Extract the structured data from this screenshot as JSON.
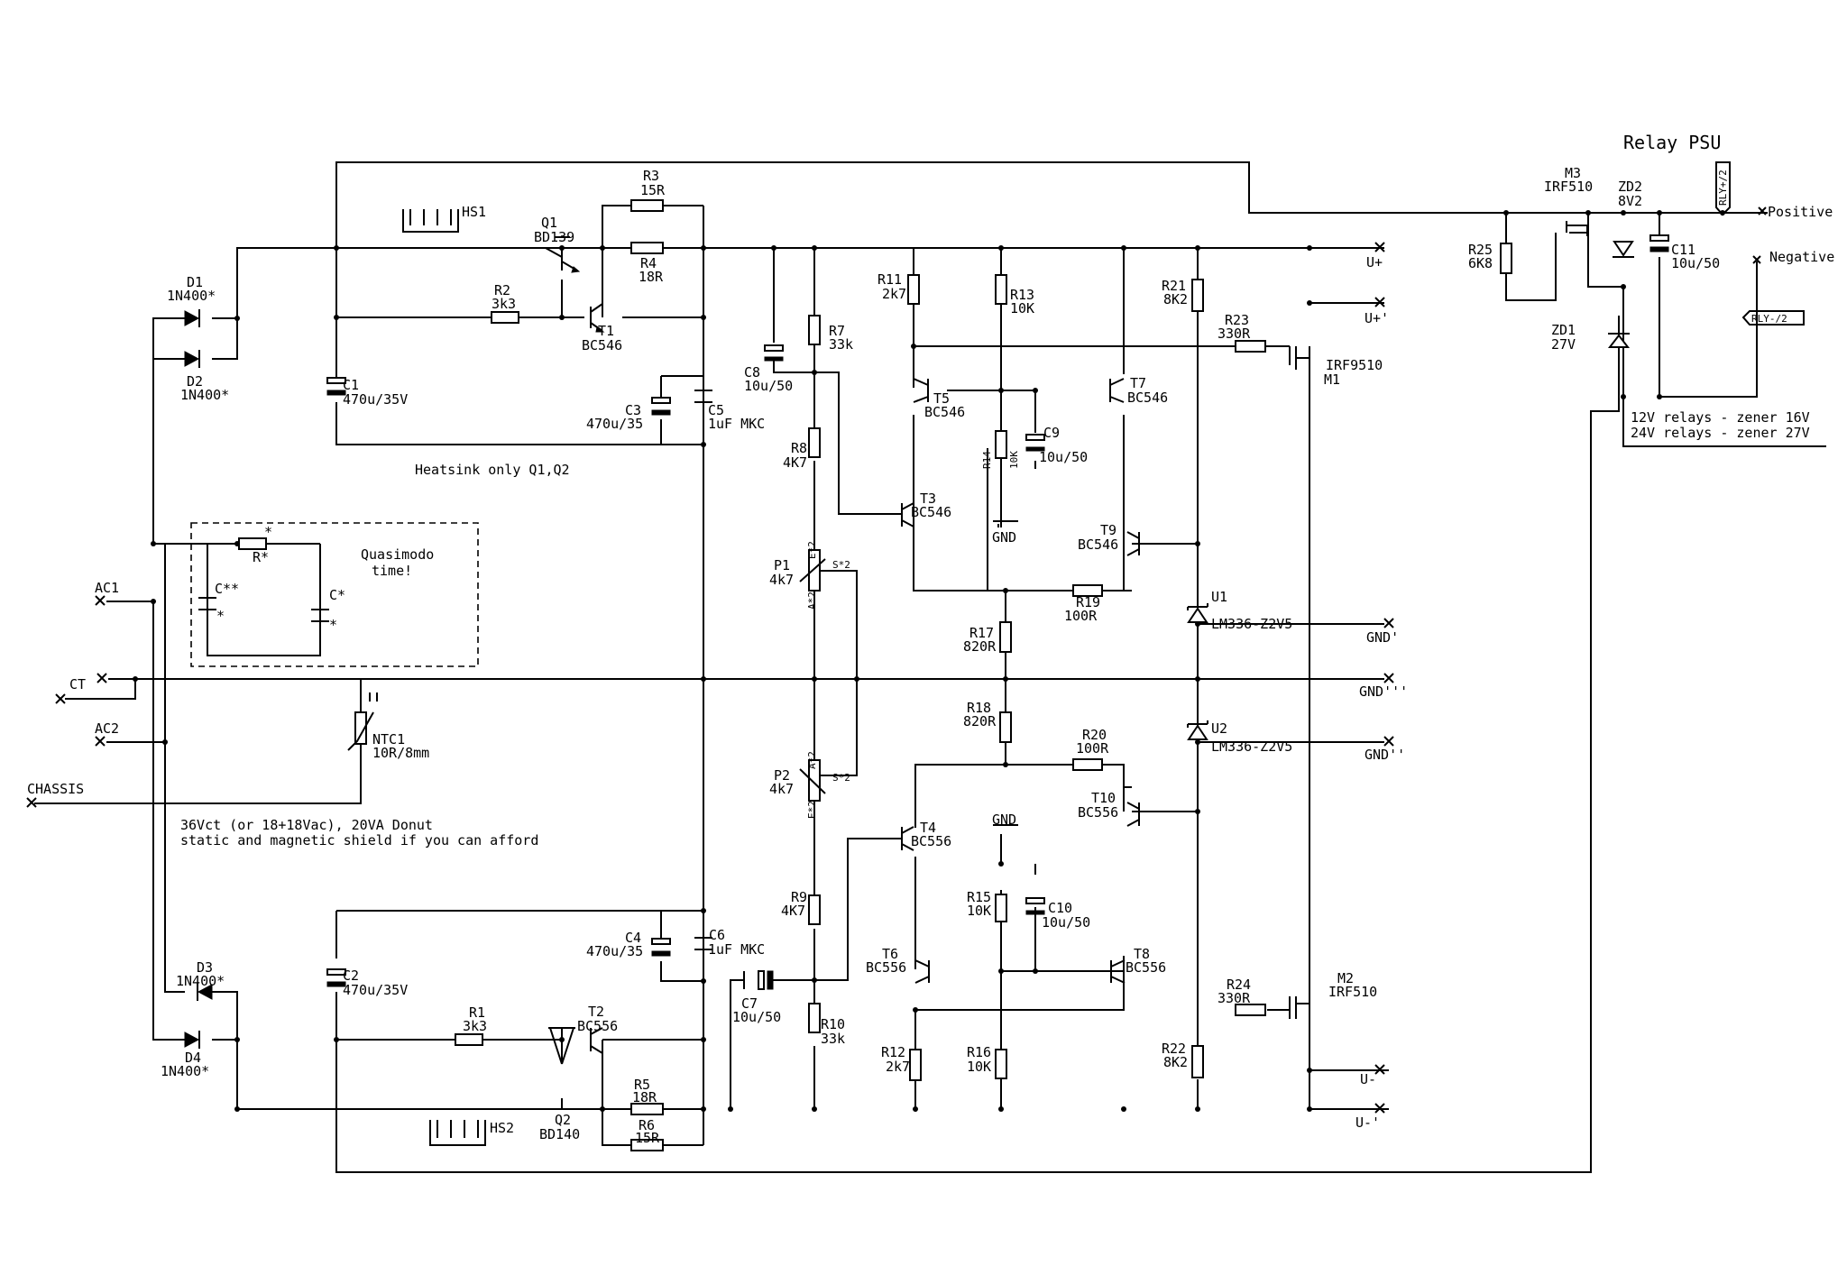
{
  "title": "Relay PSU",
  "ports": {
    "ac1": "AC1",
    "ct": "CT",
    "ac2": "AC2",
    "chassis": "CHASSIS",
    "u_plus": "U+",
    "u_plus2": "U+'",
    "gnd1": "GND'",
    "gnd3": "GND'''",
    "gnd2": "GND''",
    "u_minus": "U-",
    "u_minus2": "U-'",
    "positive": "Positive",
    "negative": "Negative",
    "rly_plus": "RLY+/2",
    "rly_minus": "RLY-/2"
  },
  "notes": {
    "heatsink": "Heatsink only Q1,Q2",
    "quasimodo1": "Quasimodo",
    "quasimodo2": "time!",
    "transformer1": "36Vct (or 18+18Vac), 20VA Donut",
    "transformer2": "static and magnetic shield if you can afford",
    "relay12": "12V relays - zener 16V",
    "relay24": "24V relays - zener 27V"
  },
  "parts": {
    "hs1": "HS1",
    "hs2": "HS2",
    "q1": {
      "ref": "Q1",
      "val": "BD139"
    },
    "q2": {
      "ref": "Q2",
      "val": "BD140"
    },
    "t1": {
      "ref": "T1",
      "val": "BC546"
    },
    "t2": {
      "ref": "T2",
      "val": "BC556"
    },
    "t3": {
      "ref": "T3",
      "val": "BC546"
    },
    "t4": {
      "ref": "T4",
      "val": "BC556"
    },
    "t5": {
      "ref": "T5",
      "val": "BC546"
    },
    "t6": {
      "ref": "T6",
      "val": "BC556"
    },
    "t7": {
      "ref": "T7",
      "val": "BC546"
    },
    "t8": {
      "ref": "T8",
      "val": "BC556"
    },
    "t9": {
      "ref": "T9",
      "val": "BC546"
    },
    "t10": {
      "ref": "T10",
      "val": "BC556"
    },
    "d1": {
      "ref": "D1",
      "val": "1N400*"
    },
    "d2": {
      "ref": "D2",
      "val": "1N400*"
    },
    "d3": {
      "ref": "D3",
      "val": "1N400*"
    },
    "d4": {
      "ref": "D4",
      "val": "1N400*"
    },
    "r1": {
      "ref": "R1",
      "val": "3k3"
    },
    "r2": {
      "ref": "R2",
      "val": "3k3"
    },
    "r3": {
      "ref": "R3",
      "val": "15R"
    },
    "r4": {
      "ref": "R4",
      "val": "18R"
    },
    "r5": {
      "ref": "R5",
      "val": "18R"
    },
    "r6": {
      "ref": "R6",
      "val": "15R"
    },
    "r7": {
      "ref": "R7",
      "val": "33k"
    },
    "r8": {
      "ref": "R8",
      "val": "4K7"
    },
    "r9": {
      "ref": "R9",
      "val": "4K7"
    },
    "r10": {
      "ref": "R10",
      "val": "33k"
    },
    "r11": {
      "ref": "R11",
      "val": "2k7"
    },
    "r12": {
      "ref": "R12",
      "val": "2k7"
    },
    "r13": {
      "ref": "R13",
      "val": "10K"
    },
    "r14": {
      "ref": "R14",
      "val": "10K"
    },
    "r15": {
      "ref": "R15",
      "val": "10K"
    },
    "r16": {
      "ref": "R16",
      "val": "10K"
    },
    "r17": {
      "ref": "R17",
      "val": "820R"
    },
    "r18": {
      "ref": "R18",
      "val": "820R"
    },
    "r19": {
      "ref": "R19",
      "val": "100R"
    },
    "r20": {
      "ref": "R20",
      "val": "100R"
    },
    "r21": {
      "ref": "R21",
      "val": "8K2"
    },
    "r22": {
      "ref": "R22",
      "val": "8K2"
    },
    "r23": {
      "ref": "R23",
      "val": "330R"
    },
    "r24": {
      "ref": "R24",
      "val": "330R"
    },
    "r25": {
      "ref": "R25",
      "val": "6K8"
    },
    "rx": {
      "ref": "R*",
      "val": "*"
    },
    "c1": {
      "ref": "C1",
      "val": "470u/35V"
    },
    "c2": {
      "ref": "C2",
      "val": "470u/35V"
    },
    "c3": {
      "ref": "C3",
      "val": "470u/35"
    },
    "c4": {
      "ref": "C4",
      "val": "470u/35"
    },
    "c5": {
      "ref": "C5",
      "val": "1uF MKC"
    },
    "c6": {
      "ref": "C6",
      "val": "1uF MKC"
    },
    "c7": {
      "ref": "C7",
      "val": "10u/50"
    },
    "c8": {
      "ref": "C8",
      "val": "10u/50"
    },
    "c9": {
      "ref": "C9",
      "val": "10u/50"
    },
    "c10": {
      "ref": "C10",
      "val": "10u/50"
    },
    "c11": {
      "ref": "C11",
      "val": "10u/50"
    },
    "cxx": {
      "ref": "C**",
      "val": "*"
    },
    "cx": {
      "ref": "C*",
      "val": "*"
    },
    "p1": {
      "ref": "P1",
      "val": "4k7"
    },
    "p2": {
      "ref": "P2",
      "val": "4k7"
    },
    "u1": {
      "ref": "U1",
      "val": "LM336-Z2V5"
    },
    "u2": {
      "ref": "U2",
      "val": "LM336-Z2V5"
    },
    "m1": {
      "ref": "M1",
      "val": "IRF9510"
    },
    "m2": {
      "ref": "M2",
      "val": "IRF510"
    },
    "m3": {
      "ref": "M3",
      "val": "IRF510"
    },
    "zd1": {
      "ref": "ZD1",
      "val": "27V"
    },
    "zd2": {
      "ref": "ZD2",
      "val": "8V2"
    },
    "ntc1": {
      "ref": "NTC1",
      "val": "10R/8mm"
    },
    "gnd_a": "GND",
    "gnd_b": "GND"
  },
  "pins": {
    "e2": "E*2",
    "a2": "A*2",
    "s2": "S*2"
  }
}
